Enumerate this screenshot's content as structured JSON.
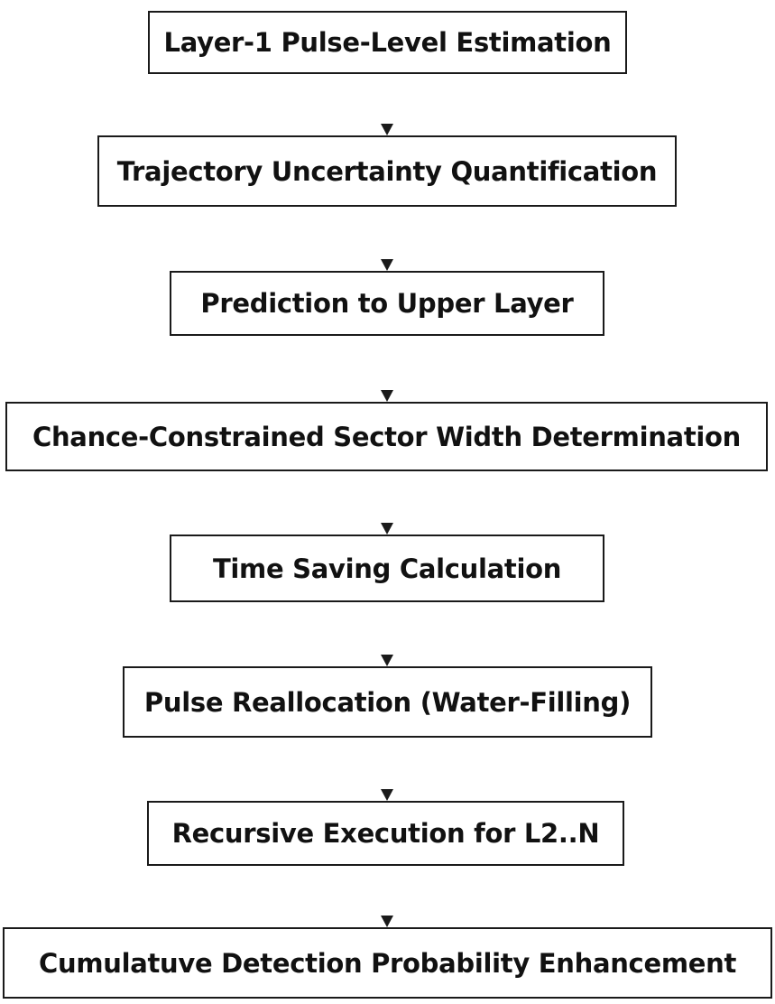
{
  "flowchart": {
    "steps": [
      "Layer-1 Pulse-Level Estimation",
      "Trajectory Uncertainty Quantification",
      "Prediction to Upper Layer",
      "Chance-Constrained Sector Width Determination",
      "Time Saving Calculation",
      "Pulse Reallocation (Water-Filling)",
      "Recursive Execution for L2..N",
      "Cumulatuve Detection Probability Enhancement"
    ],
    "colors": {
      "border": "#1a1a1a",
      "text": "#111111",
      "background": "#ffffff"
    }
  }
}
